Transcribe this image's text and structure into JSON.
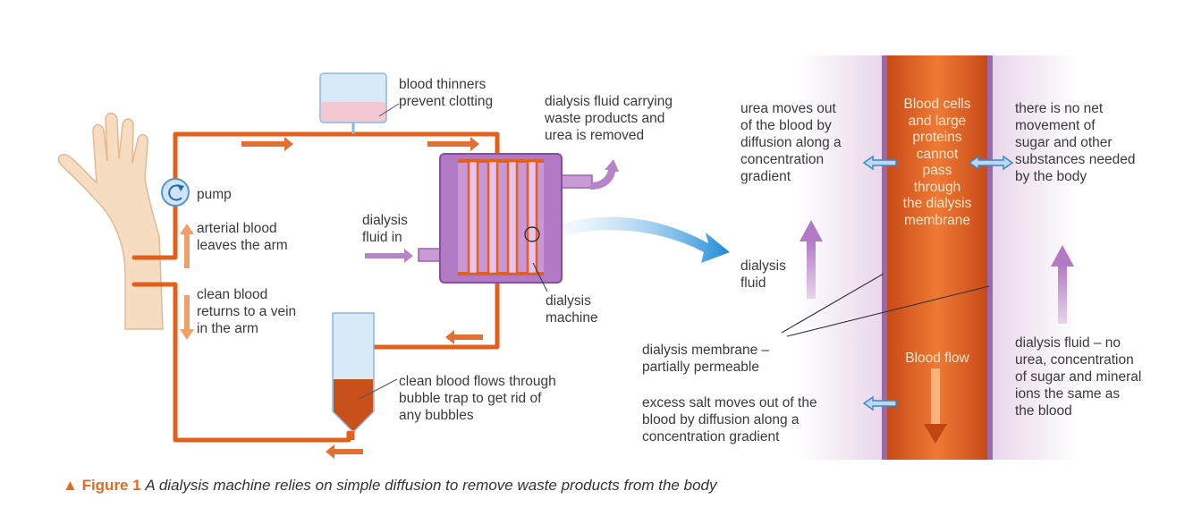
{
  "labels": {
    "blood_thinners": "blood thinners\nprevent clotting",
    "dialysis_fluid_removed": "dialysis fluid carrying\nwaste products and\nurea is removed",
    "pump": "pump",
    "arterial_blood": "arterial blood\nleaves the arm",
    "dialysis_fluid_in": "dialysis\nfluid in",
    "clean_blood_returns": "clean blood\nreturns to a vein\nin the arm",
    "dialysis_machine": "dialysis\nmachine",
    "bubble_trap": "clean blood flows through\nbubble trap to get rid of\nany bubbles",
    "urea_moves": "urea moves out\nof the blood by\ndiffusion along a\nconcentration\ngradient",
    "blood_cells": "Blood cells\nand large\nproteins\ncannot\npass\nthrough\nthe dialysis\nmembrane",
    "no_net_movement": "there is no net\nmovement of\nsugar and other\nsubstances needed\nby the body",
    "dialysis_fluid_side": "dialysis\nfluid",
    "dialysis_membrane": "dialysis membrane –\npartially permeable",
    "blood_flow": "Blood flow",
    "dialysis_fluid_no_urea": "dialysis fluid – no\nurea, concentration\nof sugar and mineral\nions the same as\nthe blood",
    "excess_salt": "excess salt moves out of the\nblood by diffusion along a\nconcentration gradient"
  },
  "caption": {
    "marker": "▲",
    "figure": "Figure 1",
    "text": "A dialysis machine relies on simple diffusion to remove waste products from the body"
  },
  "colors": {
    "tube": "#e0601c",
    "machine": "#b27ac4",
    "membrane": "#9a6aa8",
    "blood_vessel": "#e2622a",
    "fluid_tint": "#efe0ef",
    "arrow_purple": "#b585c8",
    "arrow_blue": "#2a93d8",
    "label_text": "#3a3a3a",
    "caption_accent": "#e36b1f"
  }
}
